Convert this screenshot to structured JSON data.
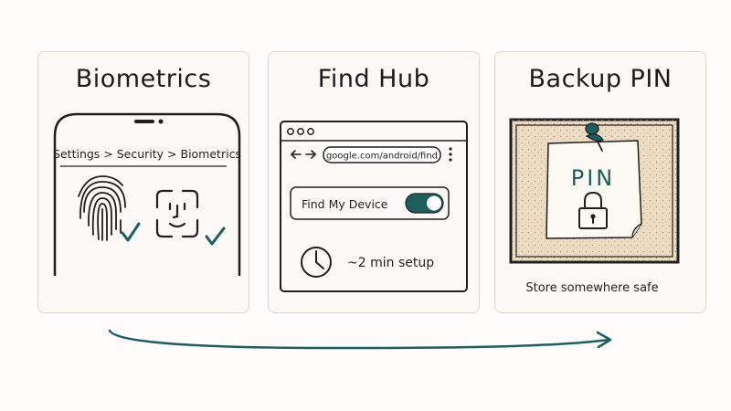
{
  "panels": [
    {
      "title": "Biometrics",
      "breadcrumb": "Settings > Security > Biometrics",
      "icons": [
        "fingerprint-icon",
        "face-scan-icon",
        "check-icon"
      ]
    },
    {
      "title": "Find Hub",
      "url": "google.com/android/find",
      "toggle_label": "Find My Device",
      "toggle_on": true,
      "setup_time": "~2 min setup",
      "icons": [
        "clock-icon",
        "menu-dots-icon",
        "back-arrow-icon",
        "forward-arrow-icon"
      ]
    },
    {
      "title": "Backup PIN",
      "note_text": "PIN",
      "caption": "Store somewhere safe",
      "icons": [
        "pushpin-icon",
        "padlock-icon"
      ]
    }
  ],
  "colors": {
    "accent": "#1d5f5c",
    "cork": "#ecdcc3",
    "note": "#fbf9f1",
    "ink": "#1f1f1f"
  },
  "flow_arrow": {
    "direction": "left-to-right"
  }
}
